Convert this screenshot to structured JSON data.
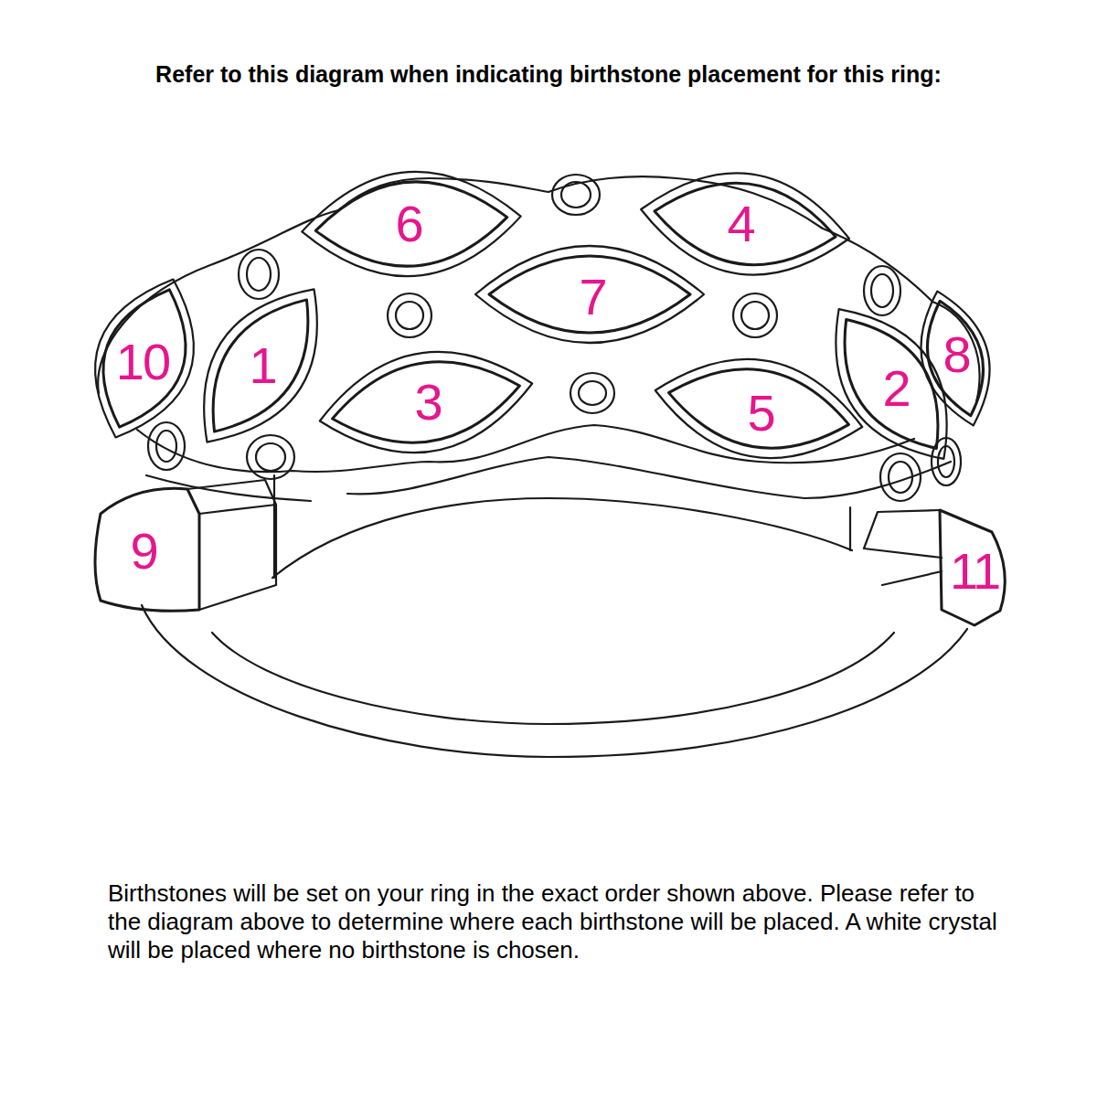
{
  "diagram": {
    "title": "Refer to this diagram when indicating birthstone placement for this ring:",
    "caption": "Birthstones will be set on your ring in the exact order shown above. Please refer to the diagram above to determine where each birthstone will be placed. A white crystal will be placed where no birthstone is chosen.",
    "labels": [
      "6",
      "4",
      "7",
      "10",
      "1",
      "3",
      "5",
      "2",
      "8",
      "9",
      "11"
    ]
  }
}
